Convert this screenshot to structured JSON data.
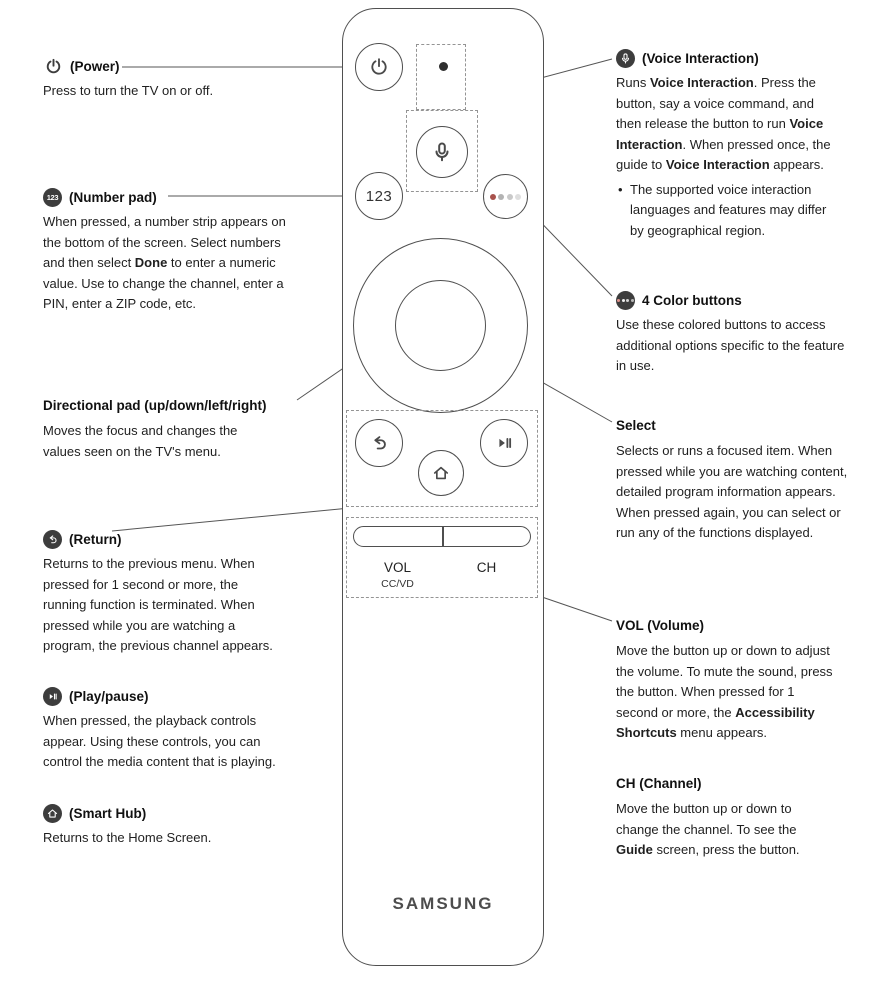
{
  "remote": {
    "numberpad_label": "123",
    "vol_label": "VOL",
    "ccvd_label": "CC/VD",
    "ch_label": "CH",
    "brand": "SAMSUNG"
  },
  "left": {
    "power": {
      "label": "(Power)",
      "body": "Press to turn the TV on or off."
    },
    "numberpad": {
      "icon_text": "123",
      "label": "(Number pad)",
      "body": [
        {
          "t": "When pressed, a number strip appears on the bottom of the screen. Select numbers and then select "
        },
        {
          "t": "Done",
          "b": true
        },
        {
          "t": " to enter a numeric value. Use to change the channel, enter a PIN, enter a ZIP code, etc."
        }
      ]
    },
    "dpad": {
      "heading": "Directional pad (up/down/left/right)",
      "body": "Moves the focus and changes the values seen on the TV's menu."
    },
    "return": {
      "label": "(Return)",
      "body": "Returns to the previous menu. When pressed for 1 second or more, the running function is terminated. When pressed while you are watching a program, the previous channel appears."
    },
    "playpause": {
      "label": "(Play/pause)",
      "body": "When pressed, the playback controls appear. Using these controls, you can control the media content that is playing."
    },
    "smarthub": {
      "label": "(Smart Hub)",
      "body": "Returns to the Home Screen."
    }
  },
  "right": {
    "voice": {
      "label": "(Voice Interaction)",
      "body": [
        {
          "t": "Runs "
        },
        {
          "t": "Voice Interaction",
          "b": true
        },
        {
          "t": ". Press the button, say a voice command, and then release the button to run "
        },
        {
          "t": "Voice Interaction",
          "b": true
        },
        {
          "t": ". When pressed once, the guide to "
        },
        {
          "t": "Voice Interaction",
          "b": true
        },
        {
          "t": " appears."
        }
      ],
      "bullet": "The supported voice interaction languages and features may differ by geographical region."
    },
    "colorbuttons": {
      "label": "4 Color buttons",
      "body": "Use these colored buttons to access additional options specific to the feature in use."
    },
    "select": {
      "heading": "Select",
      "body": "Selects or runs a focused item. When pressed while you are watching content, detailed program information appears. When pressed again, you can select or run any of the functions displayed."
    },
    "vol": {
      "heading": "VOL (Volume)",
      "body": [
        {
          "t": "Move the button up or down to adjust the volume. To mute the sound, press the button. When pressed for 1 second or more, the "
        },
        {
          "t": "Accessibility Shortcuts",
          "b": true
        },
        {
          "t": " menu appears."
        }
      ]
    },
    "ch": {
      "heading": "CH (Channel)",
      "body": [
        {
          "t": "Move the button up or down to change the channel. To see the "
        },
        {
          "t": "Guide",
          "b": true
        },
        {
          "t": " screen, press the button."
        }
      ]
    }
  }
}
